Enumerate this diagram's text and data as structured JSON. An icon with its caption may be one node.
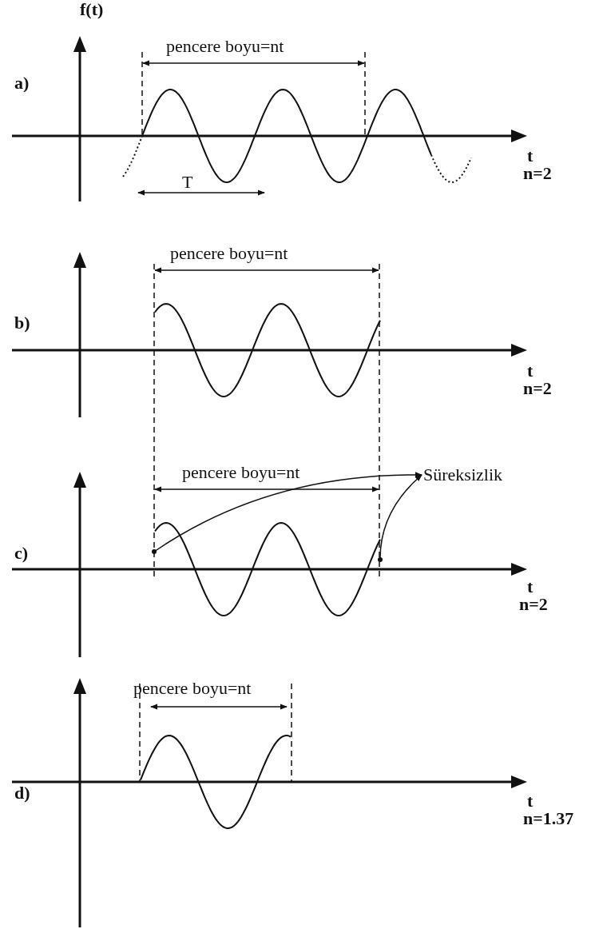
{
  "diagram": {
    "nodes": [
      {
        "text": [
          "Süreksizlik"
        ]
      },
      {
        "text": [],
        "shape": "point"
      },
      {
        "text": [],
        "shape": "point"
      }
    ],
    "edges": [
      {
        "from": 1,
        "to": 0,
        "arrow": "to"
      },
      {
        "from": 2,
        "to": 0,
        "arrow": "to"
      }
    ],
    "labels": [
      "f(t)",
      "a)",
      "pencere boyu=nt",
      "t",
      "n=2",
      "T",
      "b)",
      "pencere boyu=nt",
      "t",
      "n=2",
      "c)",
      "pencere boyu=nt",
      "t",
      "n=2",
      "d)",
      "pencere boyu=nt",
      "t",
      "n=1.37"
    ]
  }
}
